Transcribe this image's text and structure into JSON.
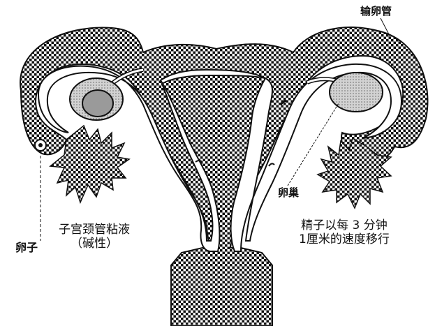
{
  "labels": {
    "fallopian_tube": "输卵管",
    "ovary": "卵巢",
    "egg": "卵子",
    "cervical_mucus": "子宫颈管粘液",
    "cervical_mucus_note": "（碱性）",
    "sperm_speed_line1": "精子以每 3 分钟",
    "sperm_speed_line2": "1厘米的速度移行"
  },
  "colors": {
    "ink": "#111111",
    "paper": "#ffffff",
    "ovary_fill": "#bdbdbd",
    "egg_fill": "#9a9a9a"
  }
}
